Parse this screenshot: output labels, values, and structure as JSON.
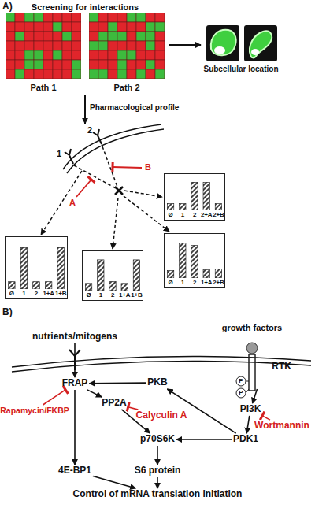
{
  "diagram": {
    "nodes": [
      {
        "text": [
          "Path 1"
        ]
      },
      {
        "text": [
          "Path 2"
        ]
      },
      {
        "text": [
          "Ø",
          "1",
          "2",
          "2+A",
          "2+B"
        ]
      },
      {
        "text": [
          "Ø",
          "1",
          "2",
          "1+A",
          "1+B"
        ]
      },
      {
        "text": [
          "Ø",
          "1",
          "2",
          "1+A",
          "1+B"
        ]
      },
      {
        "text": [
          "Ø",
          "1",
          "2",
          "1+A",
          "2+B"
        ]
      },
      {
        "text": [
          "nutrients/mitogens"
        ]
      },
      {
        "text": [
          "RTK"
        ]
      },
      {
        "text": [
          "FRAP"
        ]
      },
      {
        "text": [
          "PKB"
        ]
      },
      {
        "text": [
          "Rapamycin/FKBP"
        ]
      },
      {
        "text": [
          "PP2A"
        ]
      },
      {
        "text": [
          "Calyculin A"
        ]
      },
      {
        "text": [
          "PI3K"
        ]
      },
      {
        "text": [
          "Wortmannin"
        ]
      },
      {
        "text": [
          "p70S6K"
        ]
      },
      {
        "text": [
          "PDK1"
        ]
      },
      {
        "text": [
          "4E-BP1"
        ]
      },
      {
        "text": [
          "S6 protein"
        ]
      },
      {
        "text": [
          "Control of mRNA translation initiation"
        ]
      }
    ],
    "edges": [
      {
        "from": 6,
        "to": 8,
        "arrow": "to"
      },
      {
        "from": 7,
        "to": 13,
        "arrow": "to"
      },
      {
        "from": 9,
        "to": 8,
        "arrow": "to"
      },
      {
        "from": 8,
        "to": 11,
        "arrow": "to"
      },
      {
        "from": 8,
        "to": 17,
        "arrow": "to"
      },
      {
        "from": 10,
        "to": 8,
        "arrow": "to"
      },
      {
        "from": 12,
        "to": 11,
        "arrow": "to"
      },
      {
        "from": 14,
        "to": 13,
        "arrow": "to"
      },
      {
        "from": 13,
        "to": 16,
        "arrow": "to"
      },
      {
        "from": 16,
        "to": 9,
        "arrow": "to"
      },
      {
        "from": 16,
        "to": 15,
        "arrow": "to"
      },
      {
        "from": 11,
        "to": 15,
        "arrow": "to"
      },
      {
        "from": 15,
        "to": 18,
        "arrow": "to"
      },
      {
        "from": 17,
        "to": 19,
        "arrow": "to"
      },
      {
        "from": 18,
        "to": 19,
        "arrow": "to"
      }
    ],
    "labels": [
      "A)",
      "Screening for interactions",
      "Subcellular location",
      "Pharmacological profile",
      "2",
      "1",
      "B",
      "A",
      "B)",
      "growth factors",
      "P",
      "P"
    ]
  }
}
